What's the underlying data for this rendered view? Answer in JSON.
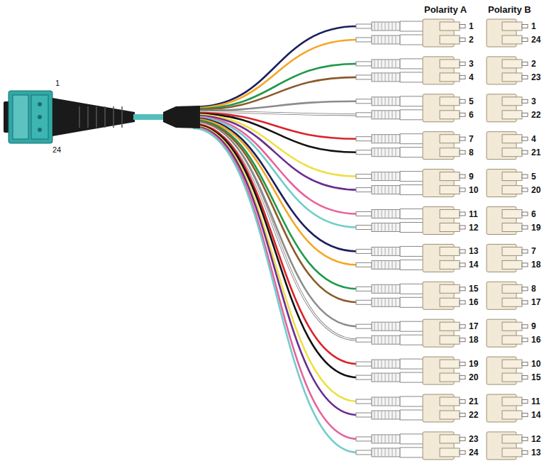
{
  "diagram": {
    "labels": [
      "Polarity A",
      "Polarity B",
      "1",
      "24",
      "1",
      "2",
      "3",
      "4",
      "5",
      "6",
      "7",
      "8",
      "9",
      "10",
      "11",
      "12",
      "13",
      "14",
      "15",
      "16",
      "17",
      "18",
      "19",
      "20",
      "21",
      "22",
      "23",
      "24",
      "1",
      "24",
      "2",
      "23",
      "3",
      "22",
      "4",
      "21",
      "5",
      "20",
      "6",
      "19",
      "7",
      "18",
      "8",
      "17",
      "9",
      "16",
      "10",
      "15",
      "11",
      "14",
      "12",
      "13"
    ]
  }
}
